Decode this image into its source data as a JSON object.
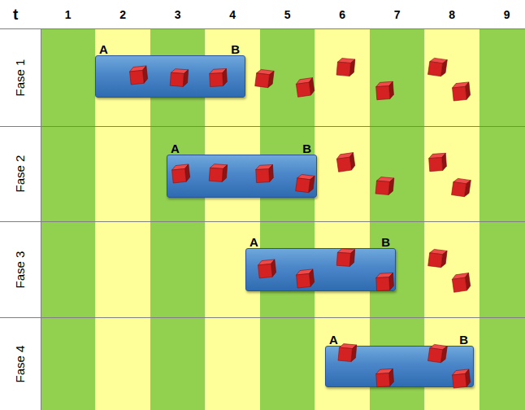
{
  "diagram": {
    "nodes": [
      {
        "text": [
          "Fase 1"
        ]
      },
      {
        "text": [
          "A",
          "B"
        ],
        "in": 0
      },
      {
        "text": [
          "Fase 2"
        ]
      },
      {
        "text": [
          "A",
          "B"
        ],
        "in": 2
      },
      {
        "text": [
          "Fase 3"
        ]
      },
      {
        "text": [
          "A",
          "B"
        ],
        "in": 4
      },
      {
        "text": [
          "Fase 4"
        ]
      },
      {
        "text": [
          "A",
          "B"
        ],
        "in": 6
      }
    ],
    "labels": [
      "t",
      "1",
      "2",
      "3",
      "4",
      "5",
      "6",
      "7",
      "8",
      "9"
    ]
  }
}
